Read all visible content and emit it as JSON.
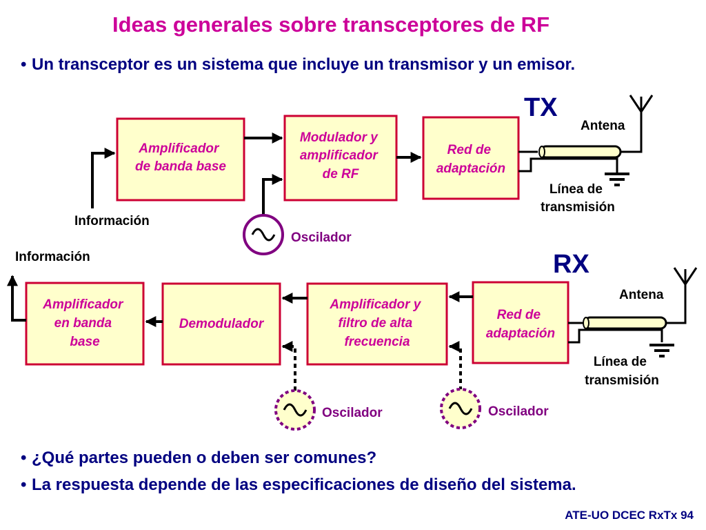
{
  "slide": {
    "title": "Ideas generales sobre transceptores de RF",
    "bullet_intro": "Un transceptor es un sistema que incluye un transmisor y un emisor.",
    "bullet_question": "¿Qué partes pueden o deben ser comunes?",
    "bullet_answer": "La respuesta depende de las especificaciones de diseño del sistema.",
    "footer": "ATE-UO DCEC RxTx 94"
  },
  "tx": {
    "label": "TX",
    "baseband_amp": [
      "Amplificador",
      "de banda base"
    ],
    "modulator": [
      "Modulador y",
      "amplificador",
      "de RF"
    ],
    "matching": [
      "Red de",
      "adaptación"
    ],
    "info_label": "Información",
    "oscillator_label": "Oscilador",
    "antenna_label": "Antena",
    "line_label": [
      "Línea de",
      "transmisión"
    ]
  },
  "rx": {
    "label": "RX",
    "baseband_amp": [
      "Amplificador",
      "en banda",
      "base"
    ],
    "demodulator": [
      "Demodulador"
    ],
    "hf_amp": [
      "Amplificador y",
      "filtro de alta",
      "frecuencia"
    ],
    "matching": [
      "Red de",
      "adaptación"
    ],
    "info_label": "Información",
    "oscillator1_label": "Oscilador",
    "oscillator2_label": "Oscilador",
    "antenna_label": "Antena",
    "line_label": [
      "Línea de",
      "transmisión"
    ]
  },
  "colors": {
    "block_fill": "#ffffcc",
    "block_border": "#cc0033",
    "title": "#cc0099",
    "text_navy": "#000080",
    "oscillator": "#800080",
    "coax_fill": "#ffffcc"
  }
}
